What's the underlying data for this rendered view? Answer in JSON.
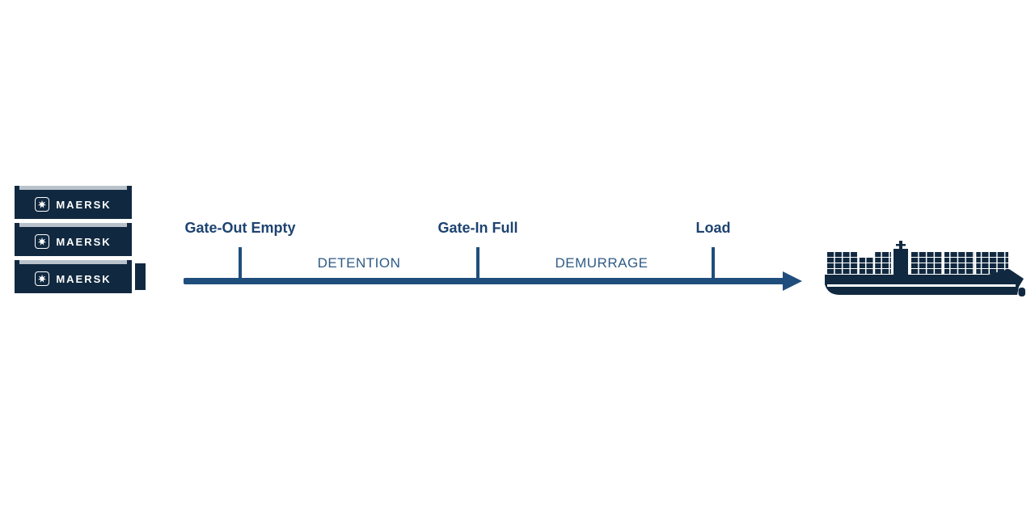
{
  "colors": {
    "background": "#ffffff",
    "brand_navy": "#112940",
    "timeline_blue": "#1f4e7c",
    "milestone_text": "#1d4370",
    "segment_text": "#2e5b86",
    "container_lid": "#b9c2cb"
  },
  "container_stack": {
    "containers": [
      {
        "brand": "MAERSK",
        "logo": "maersk-star-icon"
      },
      {
        "brand": "MAERSK",
        "logo": "maersk-star-icon"
      },
      {
        "brand": "MAERSK",
        "logo": "maersk-star-icon"
      }
    ]
  },
  "timeline": {
    "milestones": [
      {
        "label": "Gate-Out Empty"
      },
      {
        "label": "Gate-In Full"
      },
      {
        "label": "Load"
      }
    ],
    "segments": [
      {
        "label": "DETENTION"
      },
      {
        "label": "DEMURRAGE"
      }
    ]
  },
  "ship": {
    "icon": "container-ship-icon"
  }
}
